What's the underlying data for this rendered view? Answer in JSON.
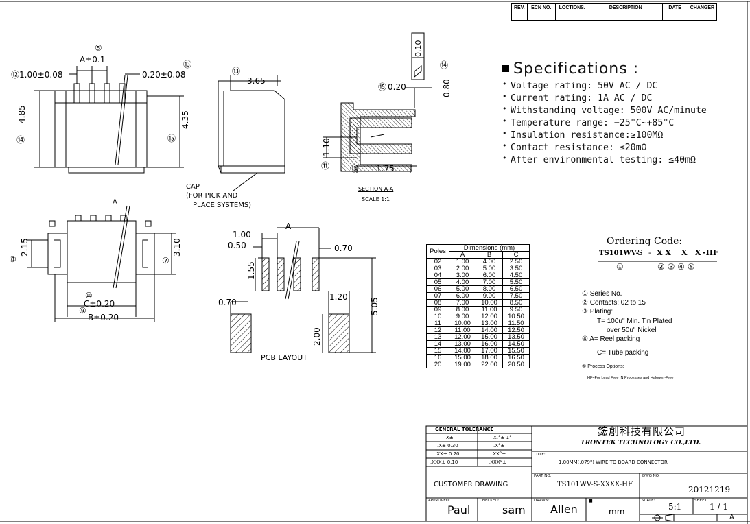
{
  "revision_table": {
    "headers": [
      "REV.",
      "ECN NO.",
      "LOCTIONS.",
      "DESCRIPTION",
      "DATE",
      "CHANGER"
    ]
  },
  "top_view": {
    "callout_5": "⑤",
    "dim_a": "A±0.1",
    "pitch": "⑫1.00±0.08",
    "callout_3": "⑬",
    "dim_3": "0.20±0.08",
    "height_left": "4.85",
    "height_left_callout": "⑭",
    "height_right": "4.35",
    "height_right_callout": "⑮"
  },
  "side_view": {
    "callout": "⑬",
    "dim": "3.65",
    "cap_label_1": "CAP",
    "cap_label_2": "(FOR PICK AND",
    "cap_label_3": "PLACE SYSTEMS)"
  },
  "section_view": {
    "flatness": "0.10",
    "callout_14": "⑭",
    "dim_080": "0.80",
    "callout_15": "⑮",
    "dim_020": "0.20",
    "dim_110": "1.10",
    "callout_11": "⑪",
    "callout_13": "⑬",
    "dim_175": "1.75",
    "section_label": "SECTION A-A",
    "scale_label": "SCALE 1:1"
  },
  "specifications": {
    "title": "Specifications  :",
    "items": [
      "Voltage rating: 50V AC / DC",
      "Current rating: 1A  AC / DC",
      "Withstanding voltage: 500V AC/minute",
      "Temperature range:  −25°C~+85°C",
      "Insulation resistance:≥100MΩ",
      "Contact resistance: ≤20mΩ",
      "After environmental testing: ≤40mΩ"
    ]
  },
  "bottom_view": {
    "cut_a": "A",
    "dim_215": "2.15",
    "callout_8": "⑧",
    "dim_310": "3.10",
    "callout_7": "⑦",
    "dim_c": "C±0.20",
    "callout_10": "⑩",
    "dim_b": "B±0.20",
    "callout_9": "⑨"
  },
  "pcb_layout": {
    "dim_100": "1.00",
    "dim_a": "A",
    "dim_050": "0.50",
    "dim_070_right": "0.70",
    "dim_155": "1.55",
    "dim_070_left": "0.70",
    "dim_120": "1.20",
    "dim_505": "5.05",
    "dim_200": "2.00",
    "label": "PCB LAYOUT"
  },
  "dimensions_table": {
    "poles_header": "Poles",
    "group_header": "Dimensions (mm)",
    "columns": [
      "A",
      "B",
      "C"
    ],
    "rows": [
      [
        "02",
        "1.00",
        "4.00",
        "2.50"
      ],
      [
        "03",
        "2.00",
        "5.00",
        "3.50"
      ],
      [
        "04",
        "3.00",
        "6.00",
        "4.50"
      ],
      [
        "05",
        "4.00",
        "7.00",
        "5.50"
      ],
      [
        "06",
        "5.00",
        "8.00",
        "6.50"
      ],
      [
        "07",
        "6.00",
        "9.00",
        "7.50"
      ],
      [
        "08",
        "7.00",
        "10.00",
        "8.50"
      ],
      [
        "09",
        "8.00",
        "11.00",
        "9.50"
      ],
      [
        "10",
        "9.00",
        "12.00",
        "10.50"
      ],
      [
        "11",
        "10.00",
        "13.00",
        "11.50"
      ],
      [
        "12",
        "11.00",
        "14.00",
        "12.50"
      ],
      [
        "13",
        "12.00",
        "15.00",
        "13.50"
      ],
      [
        "14",
        "13.00",
        "16.00",
        "14.50"
      ],
      [
        "15",
        "14.00",
        "17.00",
        "15.50"
      ],
      [
        "16",
        "15.00",
        "18.00",
        "16.50"
      ],
      [
        "20",
        "19.00",
        "22.00",
        "20.50"
      ]
    ]
  },
  "ordering": {
    "title": "Ordering Code:",
    "code_prefix": "TS101WV-",
    "code_s": "S",
    "code_dash": "-",
    "code_x1": "X X",
    "code_x2": "X",
    "code_x3": "X",
    "code_hf": "-HF",
    "marker_1": "①",
    "markers": "②   ③ ④  ⑤",
    "options": [
      "① Series No.",
      "② Contacts: 02 to 15",
      "③ Plating:",
      "T= 100u\" Min. Tin Plated",
      "over 50u\" Nickel",
      "④ A= Reel packing",
      "C= Tube packing",
      "⑤ Process Options:",
      "HF=For Lead Free IN Processes and Halogen-Free"
    ]
  },
  "title_block": {
    "tol_header": "GENERAL  TOLERANCE",
    "tol_rows": [
      [
        "X±",
        "X.°± 1°"
      ],
      [
        ".X± 0.30",
        ".X°±"
      ],
      [
        ".XX± 0.20",
        ".XX°±"
      ],
      [
        ".XXX± 0.10",
        ".XXX°±"
      ]
    ],
    "customer_drawing": "CUSTOMER  DRAWING",
    "approved_label": "APPROVED:",
    "approved_value": "Paul",
    "checked_label": "CHECKED:",
    "checked_value": "sam",
    "company_cn": "鋐創科技有限公司",
    "company_en": "TRONTEK TECHNOLOGY CO.,LTD.",
    "title_label": "TITLE:",
    "title_value": "1.00MM(.079\")  WIRE TO BOARD CONNECTOR",
    "part_label": "PART NO.",
    "part_value": "TS101WV-S-XXXX-HF",
    "dwg_label": "DWG NO.",
    "dwg_value": "20121219",
    "drawn_label": "DRAWN:",
    "drawn_value": "Allen",
    "unit_value": "mm",
    "scale_label": "SCALE:",
    "scale_value": "5:1",
    "sheet_label": "SHEET:",
    "sheet_value": "1 / 1",
    "size_value": "A"
  }
}
